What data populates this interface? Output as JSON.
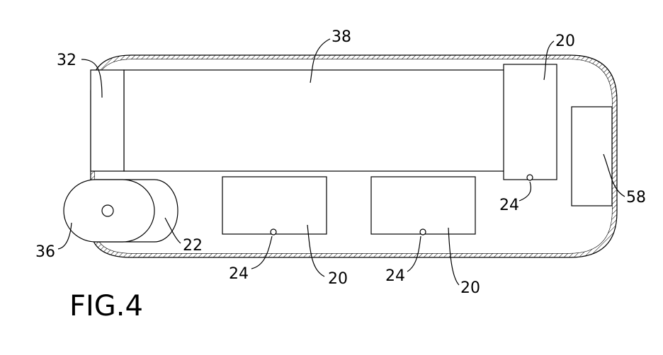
{
  "figure": {
    "title": "FIG.4",
    "labels": {
      "housing": "58",
      "conveyor": "38",
      "roller_end": "32",
      "motor": "36",
      "wheel": "22",
      "module_right": "20",
      "module_right_hole": "24",
      "module_bottom_1": "20",
      "module_bottom_1_hole": "24",
      "module_bottom_2": "20",
      "module_bottom_2_hole": "24"
    }
  }
}
